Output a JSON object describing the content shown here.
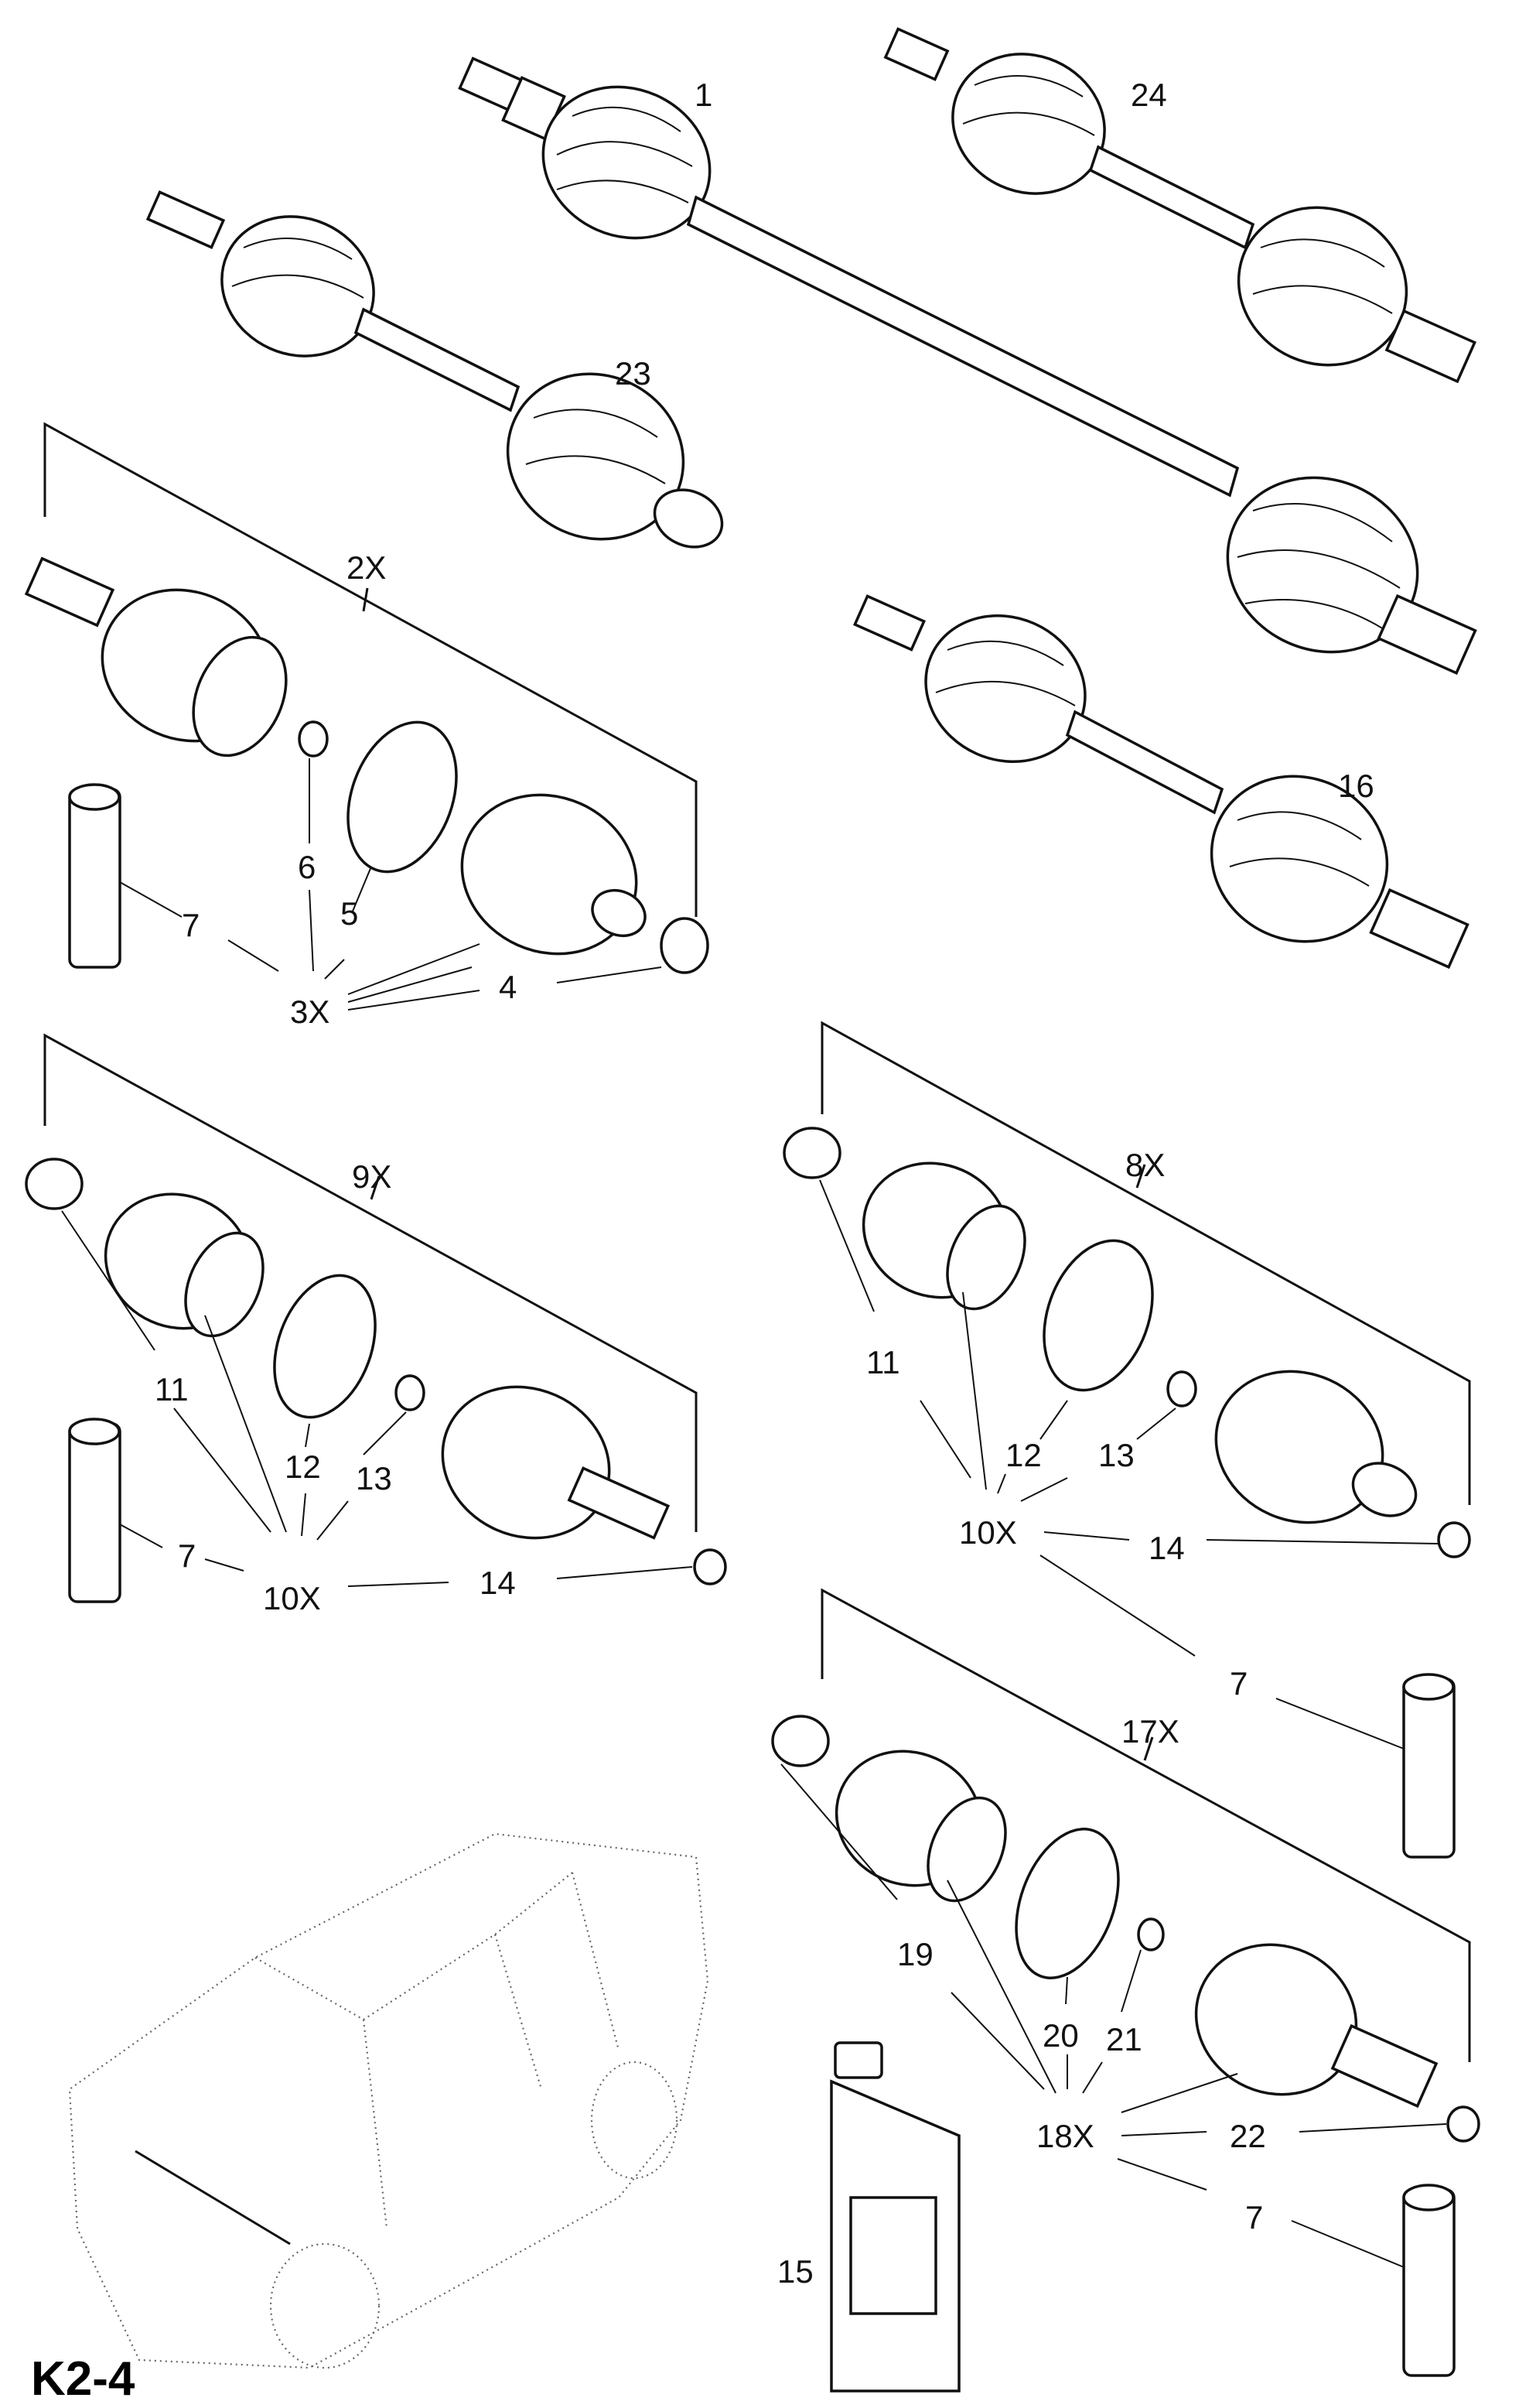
{
  "diagram": {
    "code": "K2-4",
    "callouts": {
      "c1": "1",
      "c24": "24",
      "c23": "23",
      "c16": "16",
      "c2x": "2X",
      "c3x": "3X",
      "c4": "4",
      "c5": "5",
      "c6": "6",
      "c7a": "7",
      "c9x": "9X",
      "c10xa": "10X",
      "c11a": "11",
      "c12a": "12",
      "c13a": "13",
      "c14a": "14",
      "c7b": "7",
      "c8x": "8X",
      "c10xb": "10X",
      "c11b": "11",
      "c12b": "12",
      "c13b": "13",
      "c14b": "14",
      "c7c": "7",
      "c17x": "17X",
      "c18x": "18X",
      "c19": "19",
      "c20": "20",
      "c21": "21",
      "c22": "22",
      "c7d": "7",
      "c15": "15"
    }
  }
}
